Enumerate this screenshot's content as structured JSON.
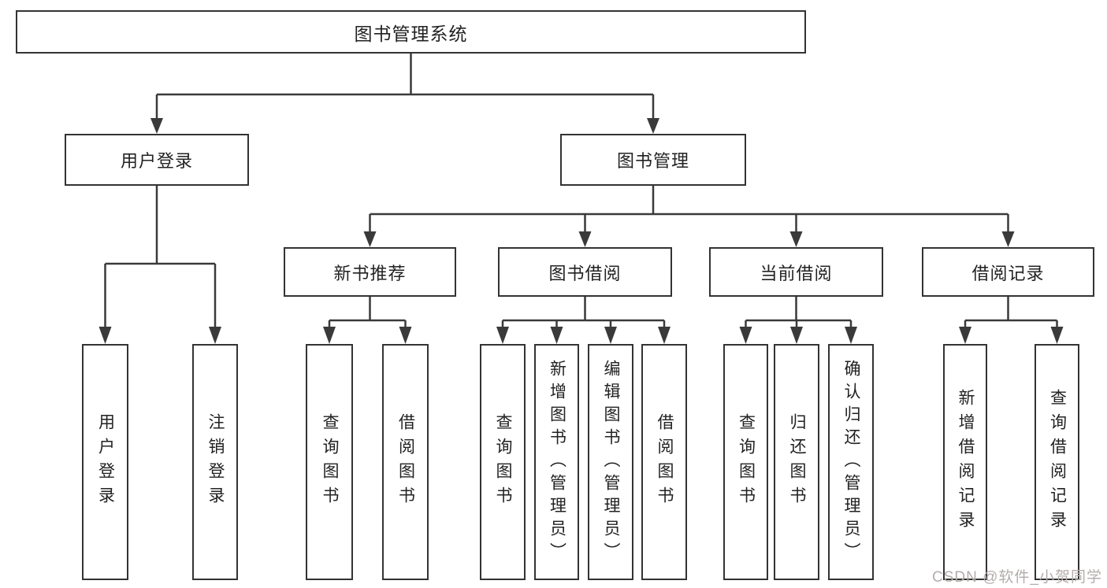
{
  "diagram": {
    "type": "hierarchy-tree",
    "tree": {
      "label": "图书管理系统",
      "children": [
        {
          "label": "用户登录",
          "children": [
            {
              "label": "用户登录"
            },
            {
              "label": "注销登录"
            }
          ]
        },
        {
          "label": "图书管理",
          "children": [
            {
              "label": "新书推荐",
              "children": [
                {
                  "label": "查询图书"
                },
                {
                  "label": "借阅图书"
                }
              ]
            },
            {
              "label": "图书借阅",
              "children": [
                {
                  "label": "查询图书"
                },
                {
                  "label": "新增图书（管理员）"
                },
                {
                  "label": "编辑图书（管理员）"
                },
                {
                  "label": "借阅图书"
                }
              ]
            },
            {
              "label": "当前借阅",
              "children": [
                {
                  "label": "查询图书"
                },
                {
                  "label": "归还图书"
                },
                {
                  "label": "确认归还（管理员）"
                }
              ]
            },
            {
              "label": "借阅记录",
              "children": [
                {
                  "label": "新增借阅记录"
                },
                {
                  "label": "查询借阅记录"
                }
              ]
            }
          ]
        }
      ]
    }
  },
  "watermark": {
    "text": "CSDN @软件_小贺同学"
  },
  "colors": {
    "line": "#3a3a3a",
    "box_border": "#333333",
    "text": "#222222",
    "watermark": "#b5acac",
    "background": "#ffffff"
  }
}
